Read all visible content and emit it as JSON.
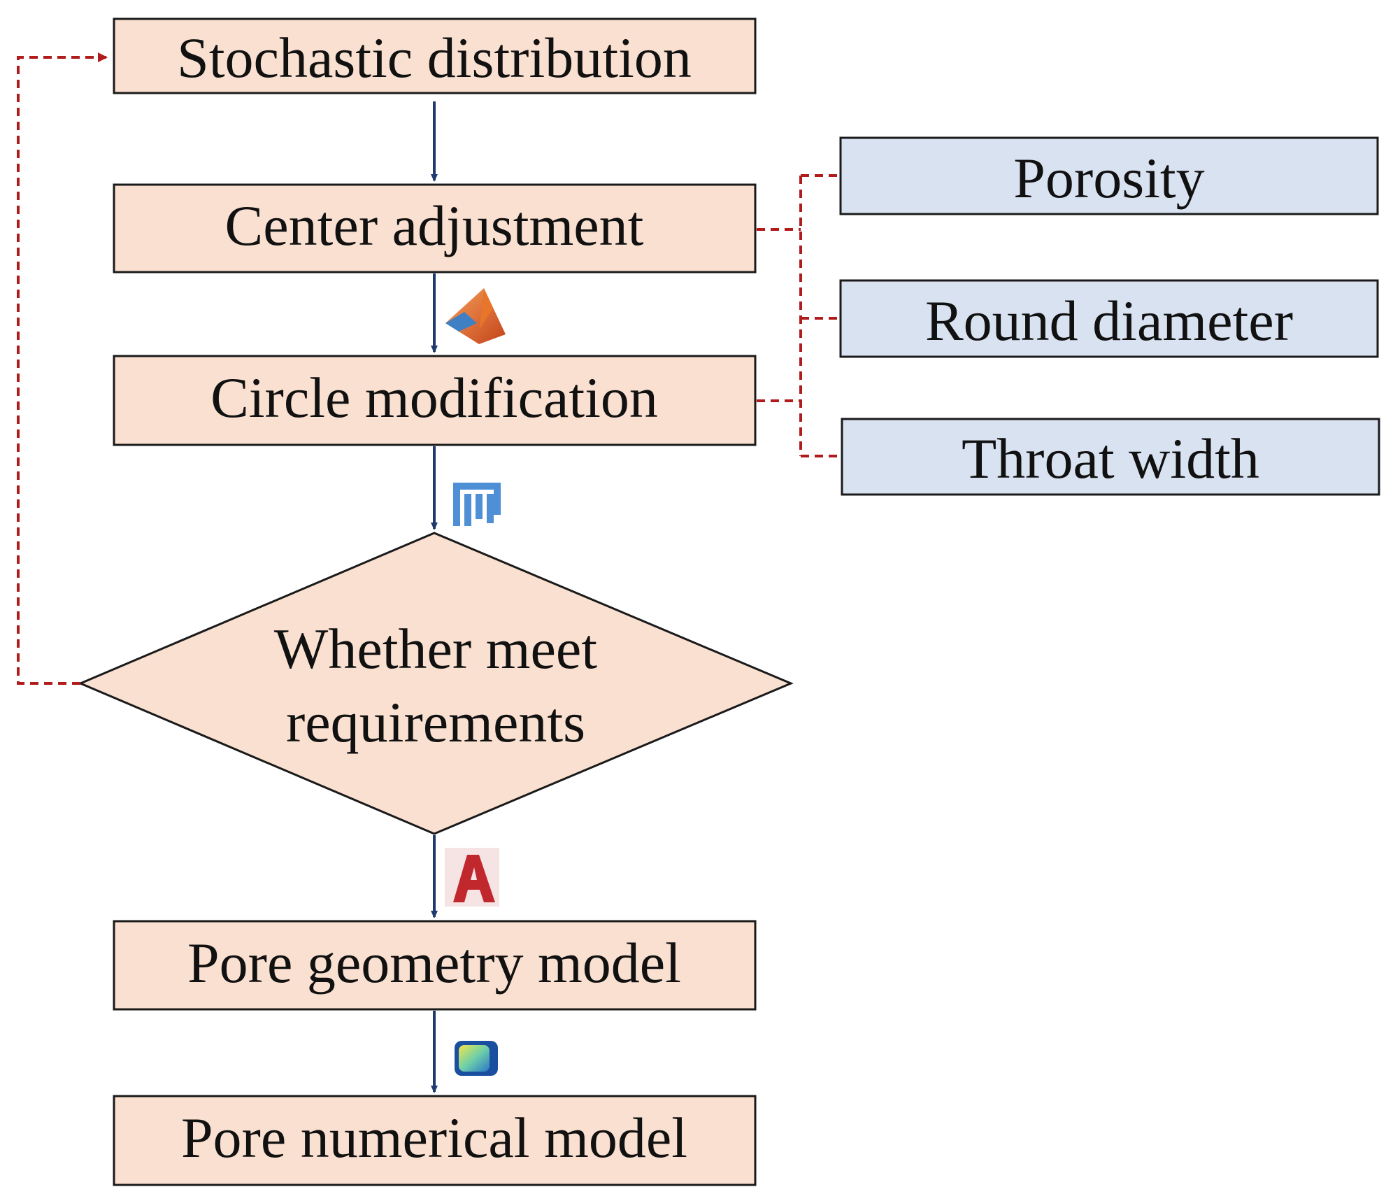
{
  "diagram": {
    "process_steps": [
      {
        "label": "Stochastic distribution"
      },
      {
        "label": "Center adjustment"
      },
      {
        "label": "Circle modification"
      },
      {
        "label": "Pore geometry model"
      },
      {
        "label": "Pore numerical model"
      }
    ],
    "decision": {
      "line1": "Whether meet",
      "line2": "requirements"
    },
    "parameters": [
      {
        "label": "Porosity"
      },
      {
        "label": "Round diameter"
      },
      {
        "label": "Throat width"
      }
    ],
    "tool_icons": [
      "matlab-icon",
      "imagej-icon",
      "autocad-icon",
      "comsol-icon"
    ],
    "colors": {
      "process_fill": "#f9e0d0",
      "parameter_fill": "#d9e2f1",
      "flow_arrow": "#1f3a6e",
      "feedback_line": "#b01c1c",
      "border": "#1a1a1a"
    }
  }
}
